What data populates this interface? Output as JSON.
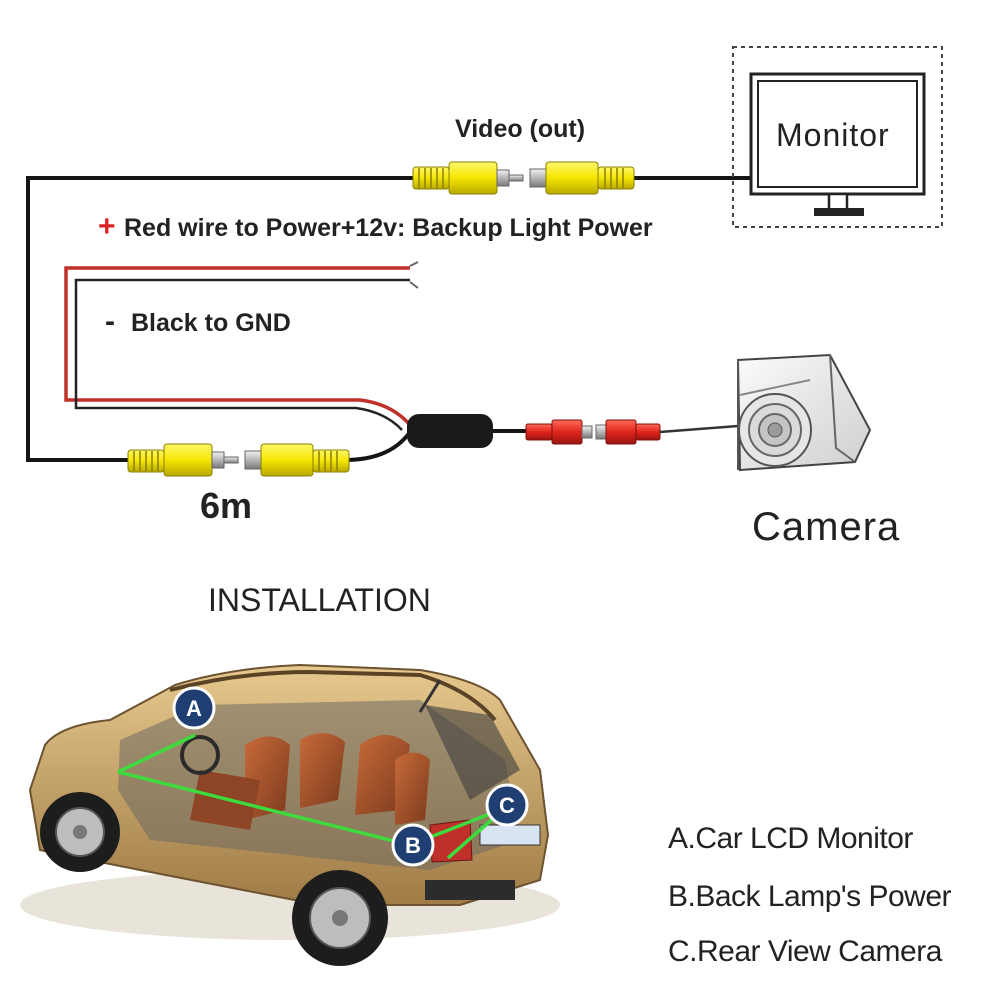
{
  "wiring": {
    "video_label": "Video (out)",
    "red_wire_sign": "+",
    "red_wire_label": "Red wire to Power+12v: Backup Light Power",
    "black_wire_sign": "-",
    "black_wire_label": "Black to GND",
    "cable_length": "6m",
    "monitor_label": "Monitor",
    "camera_label": "Camera"
  },
  "installation": {
    "title": "INSTALLATION",
    "markers": {
      "a": "A",
      "b": "B",
      "c": "C"
    },
    "legend": [
      "A.Car LCD Monitor",
      "B.Back Lamp's Power",
      "C.Rear View Camera"
    ]
  },
  "colors": {
    "rca_yellow": "#f5e500",
    "rca_red": "#e0241b",
    "power_wire": "#c0302a",
    "signal_line": "#3ddc3d",
    "marker_fill": "#1f3e72",
    "car_body": "#c9a267"
  }
}
